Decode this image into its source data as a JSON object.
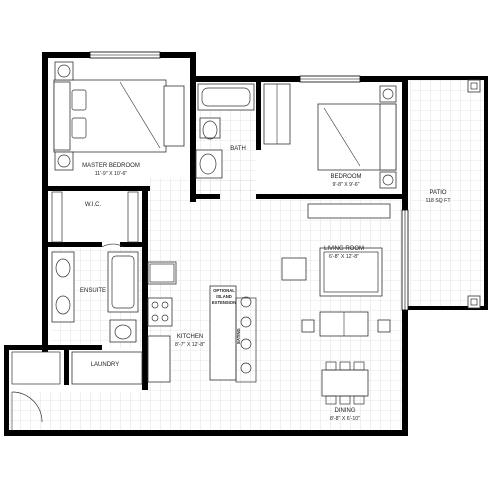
{
  "rooms": {
    "master_bedroom": {
      "name": "MASTER BEDROOM",
      "dims": "11'-9\" X 10'-6\""
    },
    "bath": {
      "name": "BATH"
    },
    "bedroom": {
      "name": "BEDROOM",
      "dims": "9'-8\" X 9'-6\""
    },
    "patio": {
      "name": "PATIO",
      "dims": "118 SQ FT"
    },
    "wic": {
      "name": "W.I.C."
    },
    "living_room": {
      "name": "LIVING ROOM",
      "dims": "6'-8\" X 12'-8\""
    },
    "ensuite": {
      "name": "ENSUITE"
    },
    "kitchen": {
      "name": "KITCHEN",
      "dims": "8'-7\" X 12'-8\""
    },
    "optional_island": {
      "line1": "OPTIONAL",
      "line2": "ISLAND",
      "line3": "EXTENSION"
    },
    "eating": {
      "name": "EATING"
    },
    "laundry": {
      "name": "LAUNDRY"
    },
    "dining": {
      "name": "DINING",
      "dims": "8'-8\" X 6'-10\""
    }
  },
  "colors": {
    "wall": "#000000",
    "grid": "#cfcfcf",
    "background": "#ffffff",
    "fixture": "#333333"
  }
}
